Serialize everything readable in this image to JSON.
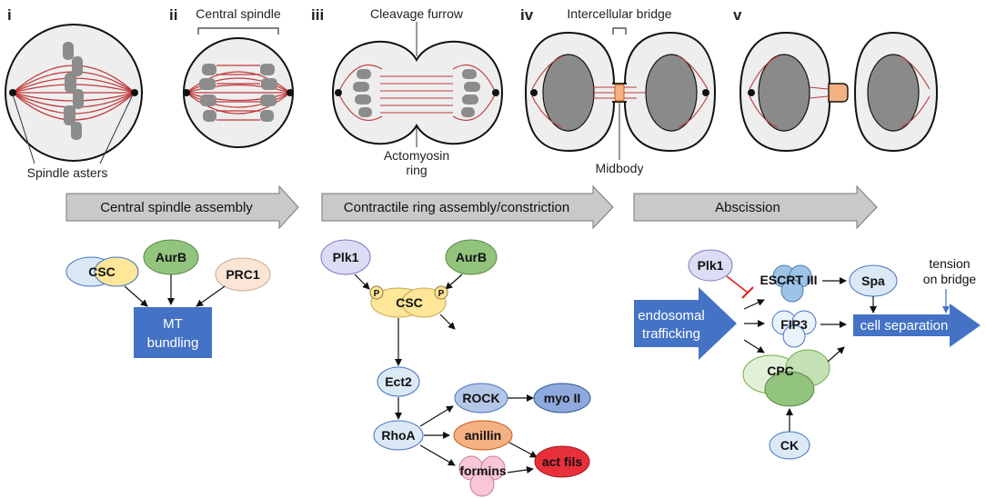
{
  "stages": {
    "i": {
      "numeral": "i",
      "label": "Spindle asters"
    },
    "ii": {
      "numeral": "ii",
      "label": "Central spindle"
    },
    "iii": {
      "numeral": "iii",
      "label_top": "Cleavage furrow",
      "label_bottom_1": "Actomyosin",
      "label_bottom_2": "ring"
    },
    "iv": {
      "numeral": "iv",
      "label_top": "Intercellular bridge",
      "label_bottom": "Midbody"
    },
    "v": {
      "numeral": "v"
    }
  },
  "phase_arrows": [
    {
      "label": "Central spindle assembly"
    },
    {
      "label": "Contractile ring assembly/constriction"
    },
    {
      "label": "Abscission"
    }
  ],
  "pathway1": {
    "csc": "CSC",
    "aurb": "AurB",
    "prc1": "PRC1",
    "output_line1": "MT",
    "output_line2": "bundling"
  },
  "pathway2": {
    "plk1": "Plk1",
    "aurb": "AurB",
    "phospho": "P",
    "csc": "CSC",
    "ect2": "Ect2",
    "rhoa": "RhoA",
    "rock": "ROCK",
    "myo": "myo II",
    "anillin": "anillin",
    "formins": "formins",
    "actfils": "act fils"
  },
  "pathway3": {
    "plk1": "Plk1",
    "escrt": "ESCRT III",
    "spa": "Spa",
    "tension_line1": "tension",
    "tension_line2": "on bridge",
    "endo_line1": "endosomal",
    "endo_line2": "trafficking",
    "fip3": "FIP3",
    "cellsep": "cell separation",
    "cpc": "CPC",
    "ck": "CK"
  },
  "colors": {
    "spindle_red": "#c0393b",
    "chromosome_gray": "#8c8c8c",
    "nucleus_gray": "#8a8a8a",
    "cytoplasm": "#eeeeee",
    "phase_arrow_fill": "#c9c9c9",
    "output_blue": "#4472c4",
    "aurb_green": "#92c47d",
    "csc_yellow": "#ffe699",
    "prc1_peach": "#fbe5d6",
    "plk1_lavender": "#dcdcf5",
    "ect2_lightblue": "#dbe9f6",
    "rock_blue": "#b4c7e7",
    "myo_blue": "#8ea9db",
    "anillin_orange": "#f4b183",
    "formins_pink": "#f8c6d4",
    "actfils_red": "#e8303a",
    "midbody_orange": "#f4b183",
    "escrt_blue": "#9dc3e6",
    "cpc_green": "#a9d18e",
    "inhibition_red": "#e02020"
  }
}
